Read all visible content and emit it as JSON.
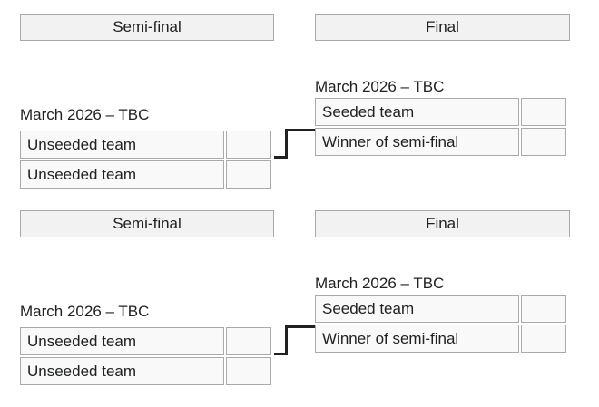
{
  "page": {
    "type": "tournament-bracket",
    "colors": {
      "background": "#ffffff",
      "border": "#aaaaaa",
      "header_bg": "#f2f2f2",
      "cell_bg": "#f9f9f9",
      "text": "#202122",
      "connector": "#202122"
    }
  },
  "sections": [
    {
      "semi_header": "Semi-final",
      "final_header": "Final",
      "semi_match": {
        "date_label": "March 2026 – TBC",
        "rows": [
          {
            "team": "Unseeded team",
            "score": ""
          },
          {
            "team": "Unseeded team",
            "score": ""
          }
        ]
      },
      "final_match": {
        "date_label": "March 2026 – TBC",
        "rows": [
          {
            "team": "Seeded team",
            "score": ""
          },
          {
            "team": "Winner of semi-final",
            "score": ""
          }
        ]
      }
    },
    {
      "semi_header": "Semi-final",
      "final_header": "Final",
      "semi_match": {
        "date_label": "March 2026 – TBC",
        "rows": [
          {
            "team": "Unseeded team",
            "score": ""
          },
          {
            "team": "Unseeded team",
            "score": ""
          }
        ]
      },
      "final_match": {
        "date_label": "March 2026 – TBC",
        "rows": [
          {
            "team": "Seeded team",
            "score": ""
          },
          {
            "team": "Winner of semi-final",
            "score": ""
          }
        ]
      }
    }
  ]
}
